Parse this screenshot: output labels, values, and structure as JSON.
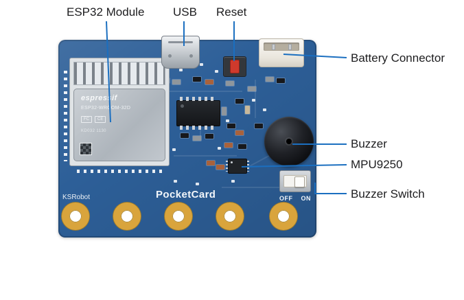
{
  "labels": {
    "esp32_module": "ESP32 Module",
    "usb": "USB",
    "reset": "Reset",
    "battery_connector": "Battery Connector",
    "buzzer": "Buzzer",
    "mpu9250": "MPU9250",
    "buzzer_switch": "Buzzer Switch"
  },
  "board": {
    "brand": "KSRobot",
    "product": "PocketCard",
    "switch_labels": {
      "off": "OFF",
      "on": "ON"
    }
  },
  "module": {
    "line1": "espressif",
    "line2": "ESP32-WROOM-32D",
    "line3": "KD032 1130",
    "marks": [
      "FC",
      "CE"
    ]
  },
  "colors": {
    "pcb": "#2d5f98",
    "callout": "#1b6fc0",
    "label-text": "#1d1d1f",
    "gold": "#d9a43c",
    "reset-red": "#cf3a2c"
  }
}
